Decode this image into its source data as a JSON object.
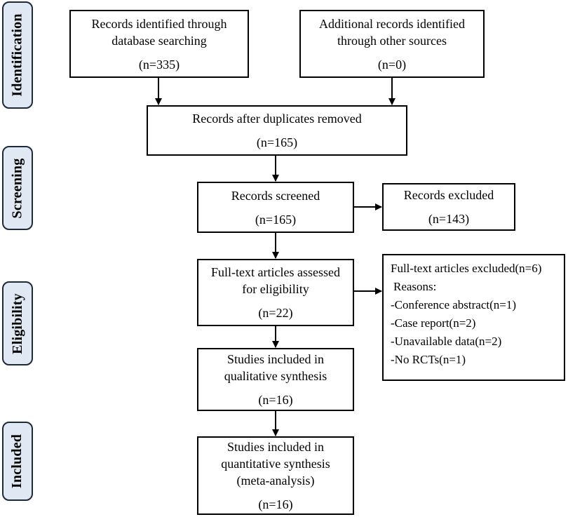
{
  "stages": {
    "identification": "Identification",
    "screening": "Screening",
    "eligibility": "Eligibility",
    "included": "Included"
  },
  "boxes": {
    "db_search": {
      "line1": "Records identified through",
      "line2": "database searching",
      "count": "(n=335)"
    },
    "other_sources": {
      "line1": "Additional records identified",
      "line2": "through other sources",
      "count": "(n=0)"
    },
    "after_duplicates": {
      "line1": "Records after duplicates removed",
      "count": "(n=165)"
    },
    "screened": {
      "line1": "Records screened",
      "count": "(n=165)"
    },
    "excluded": {
      "line1": "Records excluded",
      "count": "(n=143)"
    },
    "fulltext": {
      "line1": "Full-text articles assessed",
      "line2": "for eligibility",
      "count": "(n=22)"
    },
    "fulltext_excluded": {
      "title": "Full-text articles excluded(n=6)",
      "reasons_label": "Reasons:",
      "reasons": [
        "-Conference abstract(n=1)",
        "-Case report(n=2)",
        "-Unavailable data(n=2)",
        "-No RCTs(n=1)"
      ]
    },
    "qualitative": {
      "line1": "Studies included in",
      "line2": "qualitative synthesis",
      "count": "(n=16)"
    },
    "quantitative": {
      "line1": "Studies included in",
      "line2": "quantitative synthesis",
      "line3": "(meta-analysis)",
      "count": "(n=16)"
    }
  }
}
